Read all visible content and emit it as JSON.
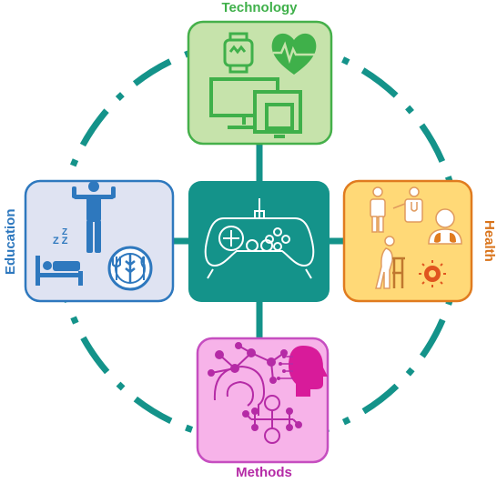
{
  "labels": {
    "technology": "Technology",
    "health": "Health",
    "methods": "Methods",
    "education": "Education"
  },
  "colors": {
    "ring": "#14938a",
    "center_fill": "#14938a",
    "technology_fill": "#c6e3ab",
    "technology_stroke": "#45b04a",
    "technology_label": "#3fb04a",
    "health_fill": "#ffd977",
    "health_stroke": "#e07b1f",
    "health_label": "#d9731a",
    "methods_fill": "#f7b3e9",
    "methods_stroke": "#c64ec0",
    "methods_label": "#b52ba6",
    "education_fill": "#dfe3f2",
    "education_stroke": "#2e78be",
    "education_label": "#2e78be"
  },
  "icons": {
    "center": "gamepad-icon",
    "technology": [
      "smartwatch-icon",
      "heart-monitor-icon",
      "devices-icon"
    ],
    "health": [
      "person-icon",
      "doctor-icon",
      "lungs-patient-icon",
      "elderly-walker-icon",
      "virus-icon"
    ],
    "methods": [
      "network-head-icon",
      "ai-head-icon",
      "decision-tree-icon"
    ],
    "education": [
      "exercise-person-icon",
      "sleep-bed-icon",
      "nutrition-icon"
    ]
  }
}
